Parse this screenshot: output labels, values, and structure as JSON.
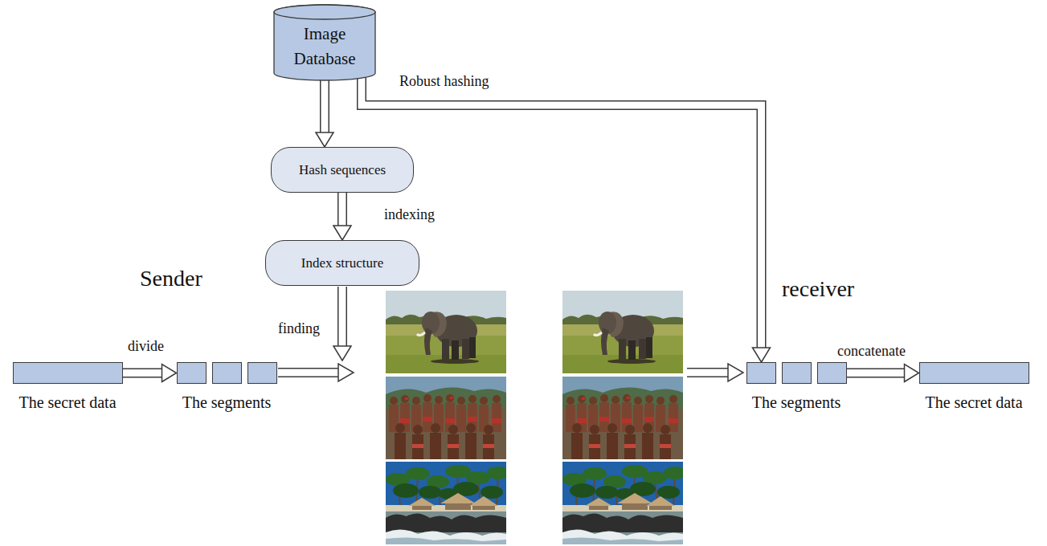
{
  "diagram": {
    "nodes": [
      {
        "text": [
          "Image Database"
        ]
      },
      {
        "text": [
          "Hash sequences"
        ]
      },
      {
        "text": [
          "Index structure"
        ]
      },
      {
        "text": [
          "The secret data"
        ]
      },
      {
        "text": [
          "The segments"
        ]
      },
      {
        "text": [
          "The segments"
        ]
      },
      {
        "text": [
          "The secret data"
        ]
      }
    ],
    "edges": [
      {
        "from": 0,
        "to": 1,
        "arrow": "to"
      },
      {
        "from": 1,
        "to": 2,
        "arrow": "to",
        "label": "indexing"
      },
      {
        "from": 3,
        "to": 4,
        "arrow": "to",
        "label": "divide"
      },
      {
        "from": 0,
        "to": 5,
        "arrow": "to",
        "label": "Robust hashing"
      },
      {
        "from": 5,
        "to": 6,
        "arrow": "to",
        "label": "concatenate"
      }
    ],
    "labels": [
      "Sender",
      "finding",
      "receiver"
    ]
  }
}
